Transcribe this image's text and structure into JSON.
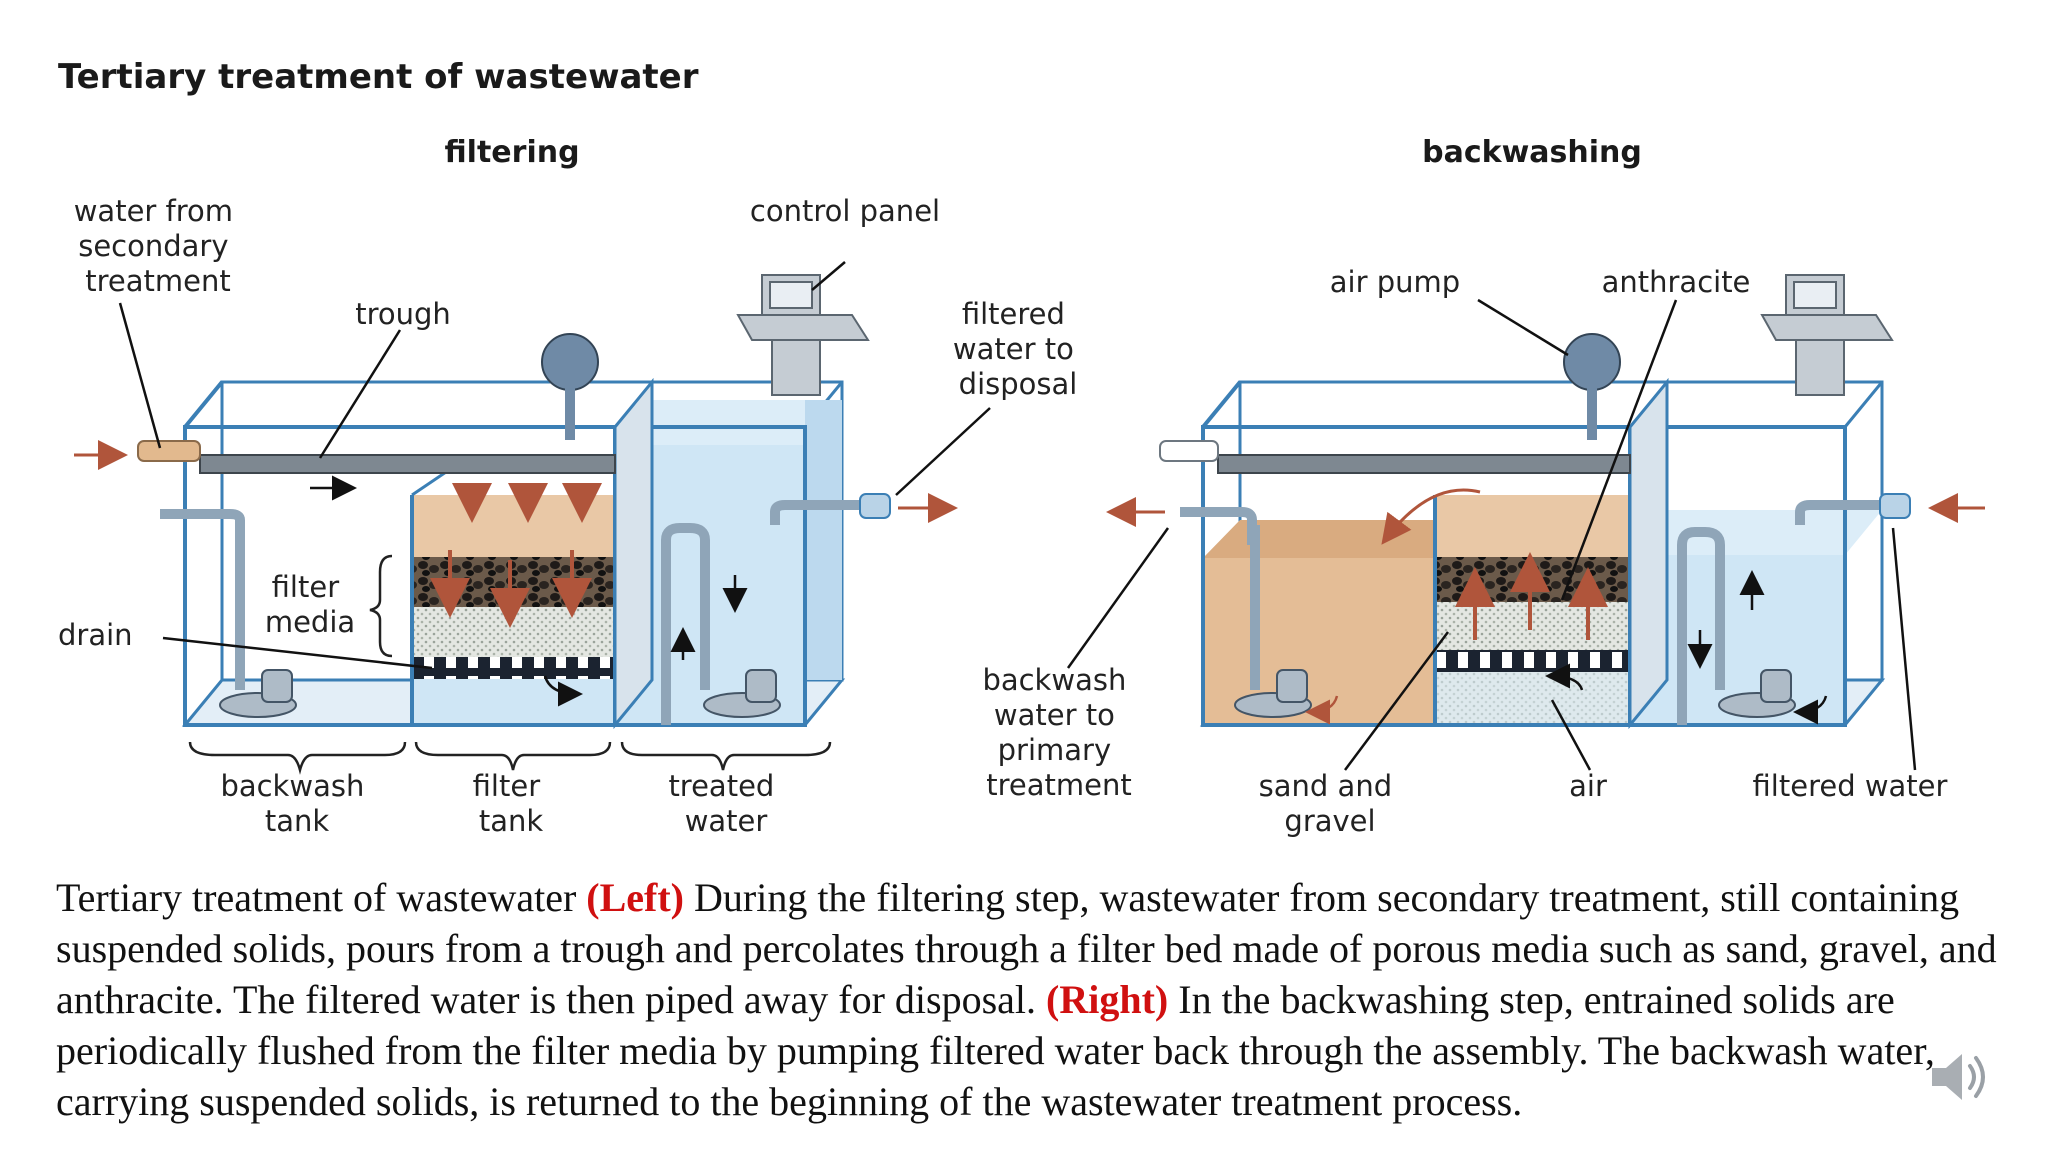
{
  "title": "Tertiary treatment of wastewater",
  "panels": {
    "filtering": {
      "heading": "filtering",
      "labels": {
        "water_from_secondary": [
          "water from",
          "secondary",
          "treatment"
        ],
        "trough": "trough",
        "control_panel": "control panel",
        "filtered_water_disposal": [
          "filtered",
          "water to",
          "disposal"
        ],
        "filter_media": [
          "filter",
          "media"
        ],
        "drain": "drain",
        "backwash_tank": [
          "backwash",
          "tank"
        ],
        "filter_tank": [
          "filter",
          "tank"
        ],
        "treated_water": [
          "treated",
          "water"
        ]
      }
    },
    "backwashing": {
      "heading": "backwashing",
      "labels": {
        "air_pump": "air pump",
        "anthracite": "anthracite",
        "backwash_primary": [
          "backwash",
          "water to",
          "primary",
          "treatment"
        ],
        "sand_gravel": [
          "sand and",
          "gravel"
        ],
        "air": "air",
        "filtered_water": "filtered water"
      }
    }
  },
  "caption": {
    "p1": "Tertiary treatment of wastewater ",
    "left": "(Left)",
    "p2": " During the filtering step, wastewater from secondary treatment, still containing suspended solids, pours from a trough and percolates through a filter bed made of porous media such as sand, gravel, and anthracite. The filtered water is then piped away for disposal. ",
    "right": "(Right)",
    "p3": " In the backwashing step, entrained solids are periodically flushed from the filter media by pumping filtered water back through the assembly. The backwash water, carrying suspended solids, is returned to the beginning of the wastewater treatment process."
  },
  "icons": {
    "audio": "speaker-icon"
  },
  "colors": {
    "water": "#cfe6f5",
    "tank_edge": "#3b7fb5",
    "sand": "#e9c8a6",
    "arrow": "#b0553b",
    "caption_highlight": "#d01010"
  }
}
